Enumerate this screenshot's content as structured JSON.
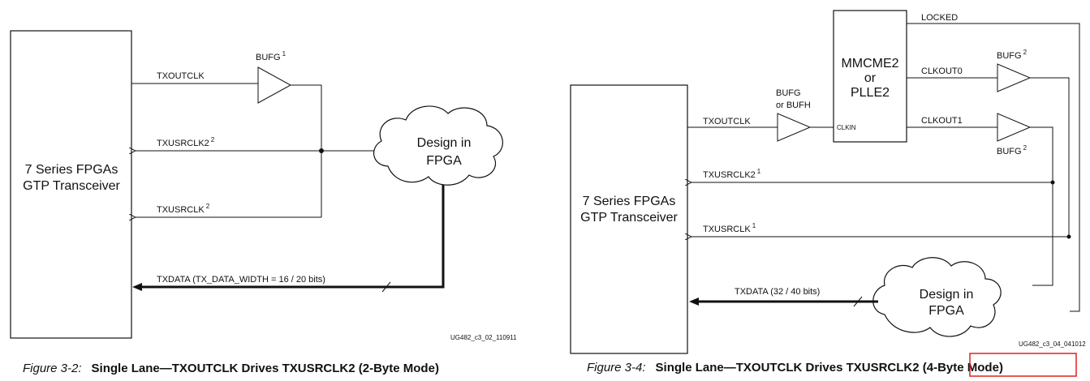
{
  "figure_left": {
    "block_label_line1": "7 Series FPGAs",
    "block_label_line2": "GTP Transceiver",
    "bufg_label": "BUFG",
    "bufg_sup": "1",
    "txoutclk": "TXOUTCLK",
    "txusrclk2": "TXUSRCLK2",
    "txusrclk2_sup": "2",
    "txusrclk": "TXUSRCLK",
    "txusrclk_sup": "2",
    "txdata": "TXDATA (TX_DATA_WIDTH = 16 / 20 bits)",
    "design_line1": "Design in",
    "design_line2": "FPGA",
    "doc_id": "UG482_c3_02_110911",
    "caption_fig": "Figure 3-2:",
    "caption_title": "Single Lane—TXOUTCLK Drives TXUSRCLK2 (2-Byte Mode)"
  },
  "figure_right": {
    "block_label_line1": "7 Series FPGAs",
    "block_label_line2": "GTP Transceiver",
    "bufg_bufh_line1": "BUFG",
    "bufg_bufh_line2": "or BUFH",
    "mmcm_line1": "MMCME2",
    "mmcm_line2": "or",
    "mmcm_line3": "PLLE2",
    "clkin": "CLKIN",
    "locked": "LOCKED",
    "clkout0": "CLKOUT0",
    "clkout1": "CLKOUT1",
    "bufg_top": "BUFG",
    "bufg_top_sup": "2",
    "bufg_bottom": "BUFG",
    "bufg_bottom_sup": "2",
    "txoutclk": "TXOUTCLK",
    "txusrclk2": "TXUSRCLK2",
    "txusrclk2_sup": "1",
    "txusrclk": "TXUSRCLK",
    "txusrclk_sup": "1",
    "txdata": "TXDATA (32 / 40 bits)",
    "design_line1": "Design in",
    "design_line2": "FPGA",
    "doc_id": "UG482_c3_04_041012",
    "caption_fig": "Figure 3-4:",
    "caption_title": "Single Lane—TXOUTCLK Drives TXUSRCLK2 (4-Byte Mode)",
    "highlight_color": "#e02020"
  }
}
